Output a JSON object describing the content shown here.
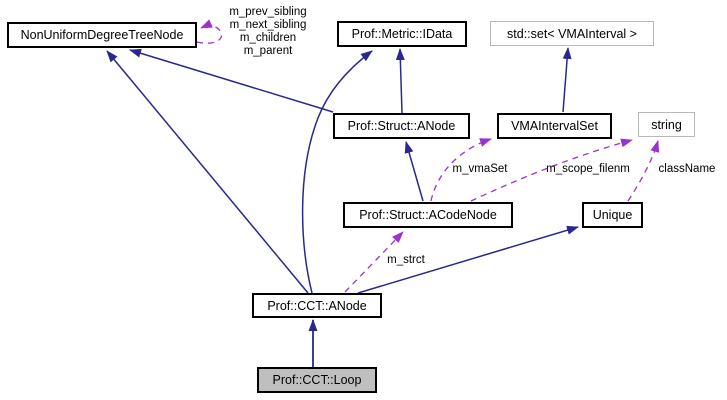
{
  "diagram_type": "class-collaboration-graph",
  "colors": {
    "inheritance_edge": "#28288e",
    "usage_edge": "#9a32cd",
    "node_background": "#ffffff",
    "current_node_background": "#bfbfbf",
    "node_border": "#000000",
    "external_node_border": "#b9b9b9",
    "background": "#ffffff"
  },
  "nodes": [
    {
      "id": "nonuniform-degree-tree-node",
      "label": "NonUniformDegreeTreeNode",
      "kind": "class"
    },
    {
      "id": "prof-metric-idata",
      "label": "Prof::Metric::IData",
      "kind": "class"
    },
    {
      "id": "std-set-vmainterval",
      "label": "std::set< VMAInterval >",
      "kind": "external"
    },
    {
      "id": "prof-struct-anode",
      "label": "Prof::Struct::ANode",
      "kind": "class"
    },
    {
      "id": "vmaintervalset",
      "label": "VMAIntervalSet",
      "kind": "class"
    },
    {
      "id": "string",
      "label": "string",
      "kind": "external"
    },
    {
      "id": "prof-struct-acodenode",
      "label": "Prof::Struct::ACodeNode",
      "kind": "class"
    },
    {
      "id": "unique",
      "label": "Unique",
      "kind": "class"
    },
    {
      "id": "prof-cct-anode",
      "label": "Prof::CCT::ANode",
      "kind": "class"
    },
    {
      "id": "prof-cct-loop",
      "label": "Prof::CCT::Loop",
      "kind": "current"
    }
  ],
  "edge_labels": {
    "self_loop": "m_prev_sibling\nm_next_sibling\nm_children\nm_parent",
    "m_vmaSet": "m_vmaSet",
    "m_scope_filenm": "m_scope_filenm",
    "className": "className",
    "m_strct": "m_strct"
  }
}
